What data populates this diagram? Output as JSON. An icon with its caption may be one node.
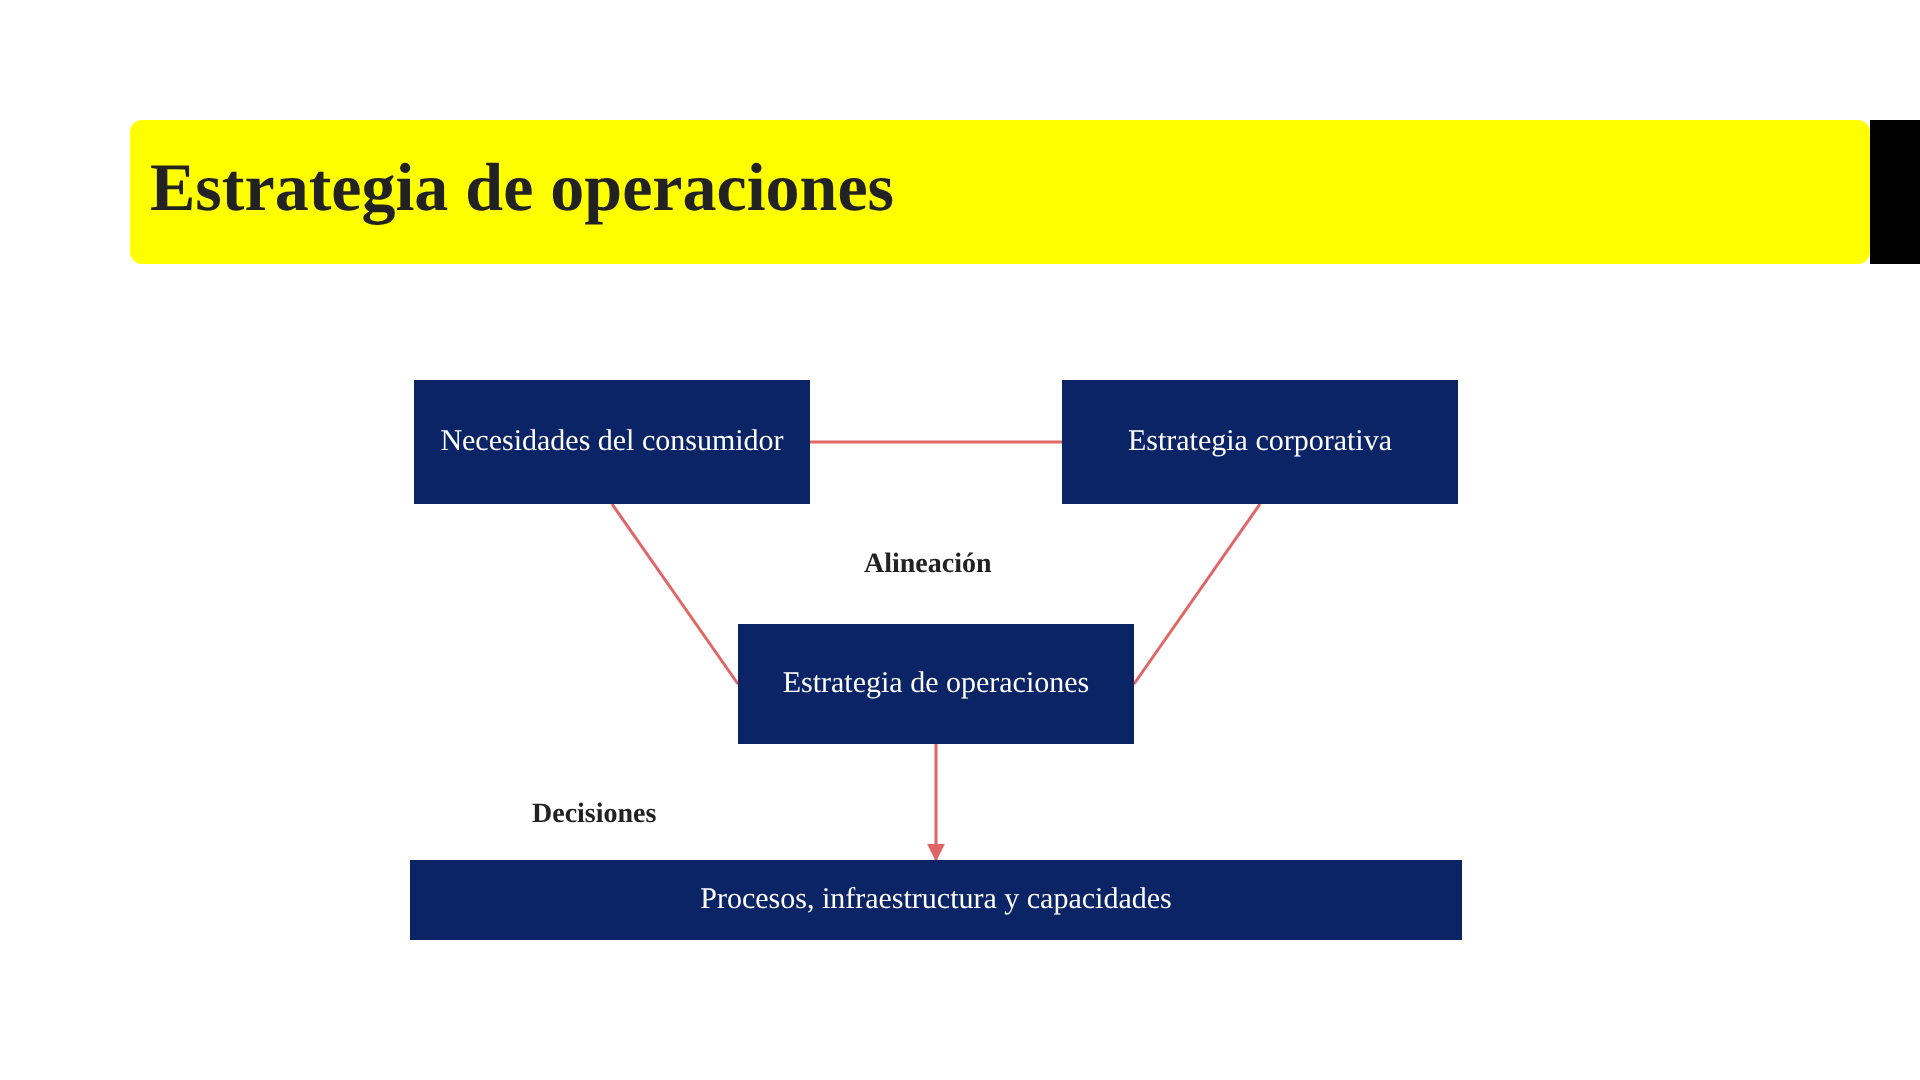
{
  "diagram": {
    "title": "Estrategia de operaciones",
    "nodes": [
      {
        "text": [
          "Necesidades del consumidor"
        ]
      },
      {
        "text": [
          "Estrategia corporativa"
        ]
      },
      {
        "text": [
          "Estrategia de operaciones"
        ]
      },
      {
        "text": [
          "Procesos, infraestructura y capacidades"
        ]
      }
    ],
    "edges": [
      {
        "from": 0,
        "to": 1,
        "arrow": "none"
      },
      {
        "from": 0,
        "to": 2,
        "arrow": "none"
      },
      {
        "from": 1,
        "to": 2,
        "arrow": "none"
      },
      {
        "from": 2,
        "to": 3,
        "arrow": "to"
      }
    ],
    "labels": [
      "Alineación",
      "Decisiones"
    ]
  }
}
